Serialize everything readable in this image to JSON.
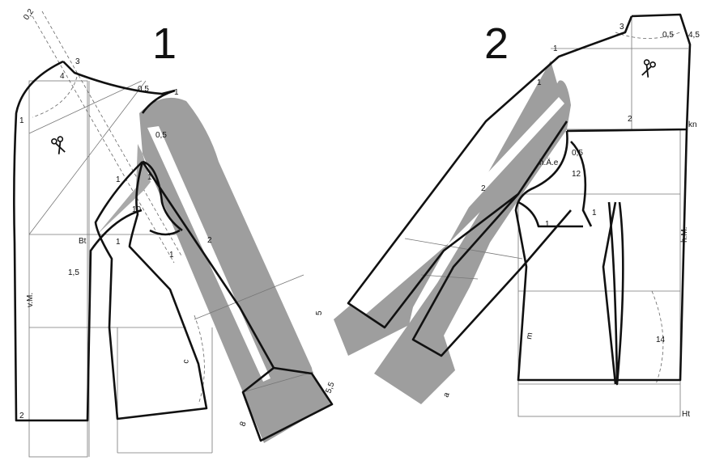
{
  "figure_1": {
    "number": "1",
    "labels": {
      "l_02": "0,2",
      "l_3": "3",
      "l_4": "4",
      "l_1_top": "1",
      "l_05_a": "0,5",
      "l_1_right": "1",
      "l_05_b": "0,5",
      "l_1_left": "1",
      "l_1_mid": "1",
      "l_10": "10",
      "l_1_arm": "1",
      "l_2": "2",
      "l_1_low": "1",
      "l_bt": "Bt",
      "l_15": "1,5",
      "l_vm": "v.M.",
      "l_c": "c",
      "l_8": "8",
      "l_55": "5,5",
      "l_2_hem": "2"
    }
  },
  "figure_2": {
    "number": "2",
    "labels": {
      "l_3": "3",
      "l_05_top": "0,5",
      "l_45": "4,5",
      "l_1_top": "1",
      "l_1_sleeve": "1",
      "l_2": "2",
      "l_kn": "kn",
      "l_05": "0,5",
      "l_hae": "h.Ä.e",
      "l_12": "12",
      "l_2_left": "2",
      "l_1_arm": "1",
      "l_1_right": "1",
      "l_hm": "h.M.",
      "l_5": "5",
      "l_a": "a",
      "l_m": "m",
      "l_14": "14",
      "l_ht": "Ht"
    }
  },
  "icons": {
    "scissors_1": "scissors-icon",
    "scissors_2": "scissors-icon"
  }
}
